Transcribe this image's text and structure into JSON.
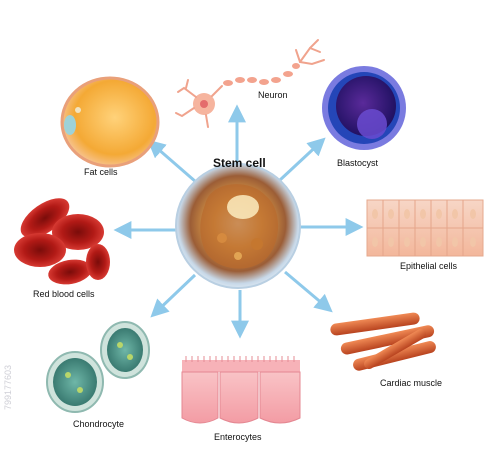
{
  "center": {
    "label": "Stem cell"
  },
  "cells": [
    {
      "id": "fat",
      "label": "Fat cells"
    },
    {
      "id": "neuron",
      "label": "Neuron"
    },
    {
      "id": "blastocyst",
      "label": "Blastocyst"
    },
    {
      "id": "epithelial",
      "label": "Epithelial cells"
    },
    {
      "id": "cardiac",
      "label": "Cardiac muscle"
    },
    {
      "id": "enterocytes",
      "label": "Enterocytes"
    },
    {
      "id": "chondrocyte",
      "label": "Chondrocyte"
    },
    {
      "id": "rbc",
      "label": "Red blood cells"
    }
  ],
  "watermark": {
    "id_text": "799177603"
  },
  "colors": {
    "arrow": "#8ec9ea",
    "stem": "#e3a24a",
    "rbc": "#c8201c",
    "chondro": "#4f9c92",
    "cardiac": "#d56233",
    "blastocyst": "#3a1f8c",
    "fat": "#f4a935"
  }
}
